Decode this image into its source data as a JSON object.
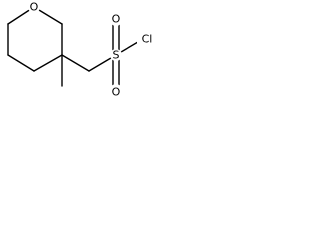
{
  "molecule": {
    "atoms": {
      "ring_oxygen": "O",
      "sulfur": "S",
      "chlorine": "Cl",
      "sulfonyl_oxygen_top": "O",
      "sulfonyl_oxygen_bottom": "O"
    }
  },
  "colors": {
    "bond": "#000000",
    "label": "#000000",
    "background": "#ffffff"
  }
}
